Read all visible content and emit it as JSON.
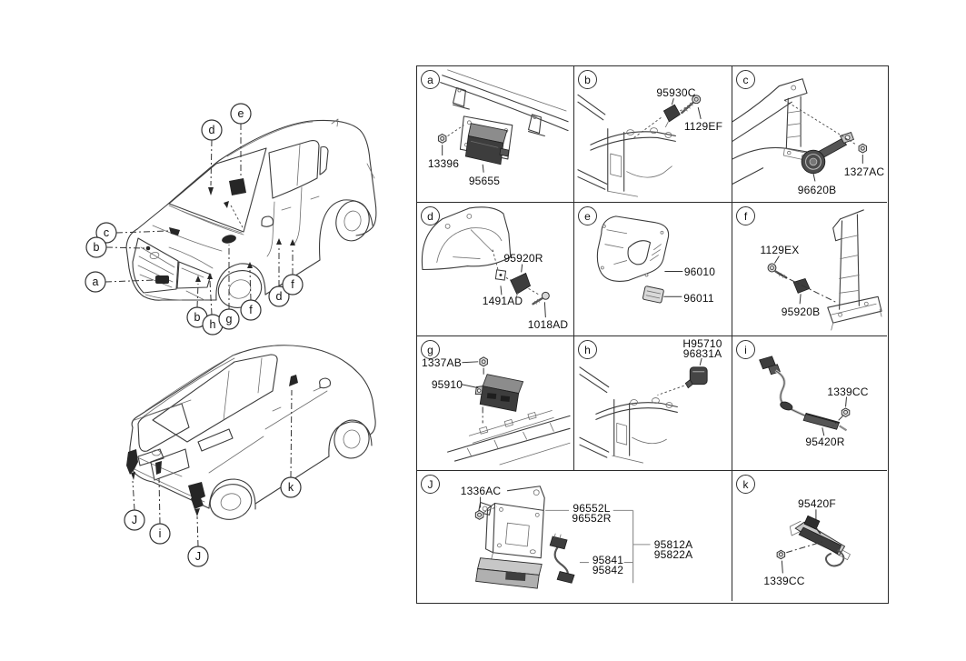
{
  "overview": {
    "front_callouts": [
      "d",
      "e",
      "c",
      "b",
      "a",
      "b",
      "h",
      "g",
      "f",
      "d",
      "f"
    ],
    "rear_callouts": [
      "J",
      "i",
      "J",
      "k"
    ]
  },
  "grid": {
    "cells": [
      {
        "id": "a",
        "parts": [
          "13396",
          "95655"
        ]
      },
      {
        "id": "b",
        "parts": [
          "95930C",
          "1129EF"
        ]
      },
      {
        "id": "c",
        "parts": [
          "1327AC",
          "96620B"
        ]
      },
      {
        "id": "d",
        "parts": [
          "95920R",
          "1491AD",
          "1018AD"
        ]
      },
      {
        "id": "e",
        "parts": [
          "96010",
          "96011"
        ]
      },
      {
        "id": "f",
        "parts": [
          "1129EX",
          "95920B"
        ]
      },
      {
        "id": "g",
        "parts": [
          "1337AB",
          "95910"
        ]
      },
      {
        "id": "h",
        "parts": [
          "H95710",
          "96831A"
        ]
      },
      {
        "id": "i",
        "parts": [
          "1339CC",
          "95420R"
        ]
      },
      {
        "id": "J",
        "parts": [
          "1336AC",
          "96552L",
          "96552R",
          "95841",
          "95842",
          "95812A",
          "95822A"
        ]
      },
      {
        "id": "k",
        "parts": [
          "95420F",
          "1339CC"
        ]
      }
    ]
  },
  "colors": {
    "line": "#3c3c3c",
    "dark_part": "#2e2e2e",
    "border": "#2b2b2b",
    "background": "#ffffff"
  }
}
